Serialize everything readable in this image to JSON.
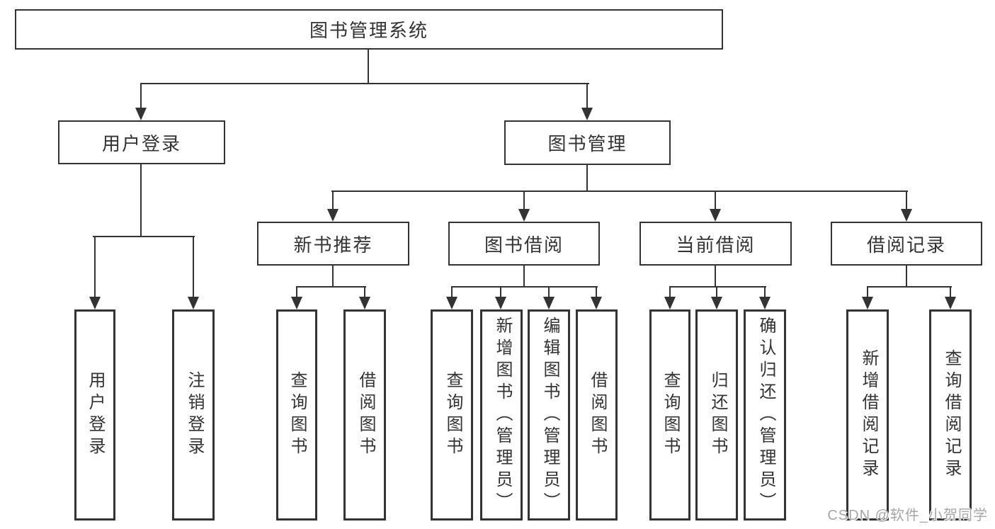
{
  "diagram_title": "图书管理系统",
  "nodes": {
    "root": "图书管理系统",
    "user_login": "用户登录",
    "book_mgmt": "图书管理",
    "new_book_rec": "新书推荐",
    "book_borrow": "图书借阅",
    "current_borrow": "当前借阅",
    "borrow_record": "借阅记录",
    "leaf_user_login": "用户登录",
    "leaf_logout": "注销登录",
    "leaf_query_book_1": "查询图书",
    "leaf_borrow_book_1": "借阅图书",
    "leaf_query_book_2": "查询图书",
    "leaf_add_book_admin": "新增图书（管理员）",
    "leaf_edit_book_admin": "编辑图书（管理员）",
    "leaf_borrow_book_2": "借阅图书",
    "leaf_query_book_3": "查询图书",
    "leaf_return_book": "归还图书",
    "leaf_confirm_return_admin": "确认归还（管理员）",
    "leaf_add_borrow_record": "新增借阅记录",
    "leaf_query_borrow_record": "查询借阅记录"
  },
  "watermark": "CSDN @软件_小贺同学",
  "colors": {
    "line": "#333333",
    "text": "#333333",
    "background": "#ffffff",
    "watermark": "#a6a6a6"
  }
}
